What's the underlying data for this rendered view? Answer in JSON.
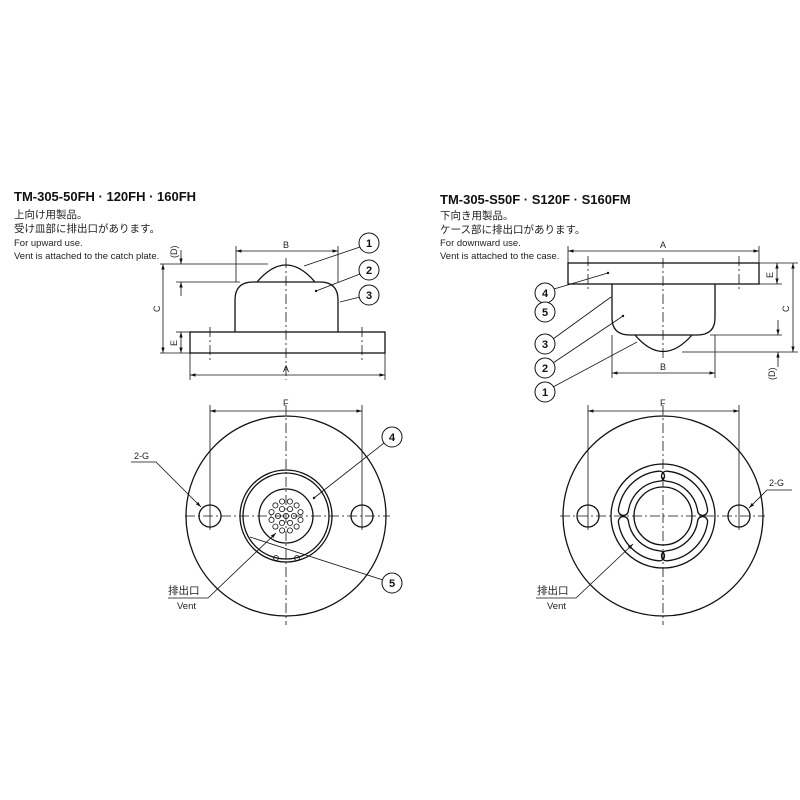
{
  "left": {
    "title": "TM-305-50FH · 120FH · 160FH",
    "jp_line1": "上向け用製品。",
    "jp_line2": "受け皿部に排出口があります。",
    "en_line1": "For upward use.",
    "en_line2": "Vent is attached to the catch plate.",
    "dims": {
      "A": "A",
      "B": "B",
      "C": "C",
      "D": "(D)",
      "E": "E",
      "F": "F",
      "G": "2-G"
    },
    "callouts": [
      "1",
      "2",
      "3",
      "4",
      "5"
    ],
    "vent_jp": "排出口",
    "vent_en": "Vent"
  },
  "right": {
    "title": "TM-305-S50F · S120F · S160FM",
    "jp_line1": "下向き用製品。",
    "jp_line2": "ケース部に排出口があります。",
    "en_line1": "For downward use.",
    "en_line2": "Vent is attached to the case.",
    "dims": {
      "A": "A",
      "B": "B",
      "C": "C",
      "D": "(D)",
      "E": "E",
      "F": "F",
      "G": "2-G"
    },
    "callouts": [
      "4",
      "5",
      "3",
      "2",
      "1"
    ],
    "vent_jp": "排出口",
    "vent_en": "Vent"
  }
}
